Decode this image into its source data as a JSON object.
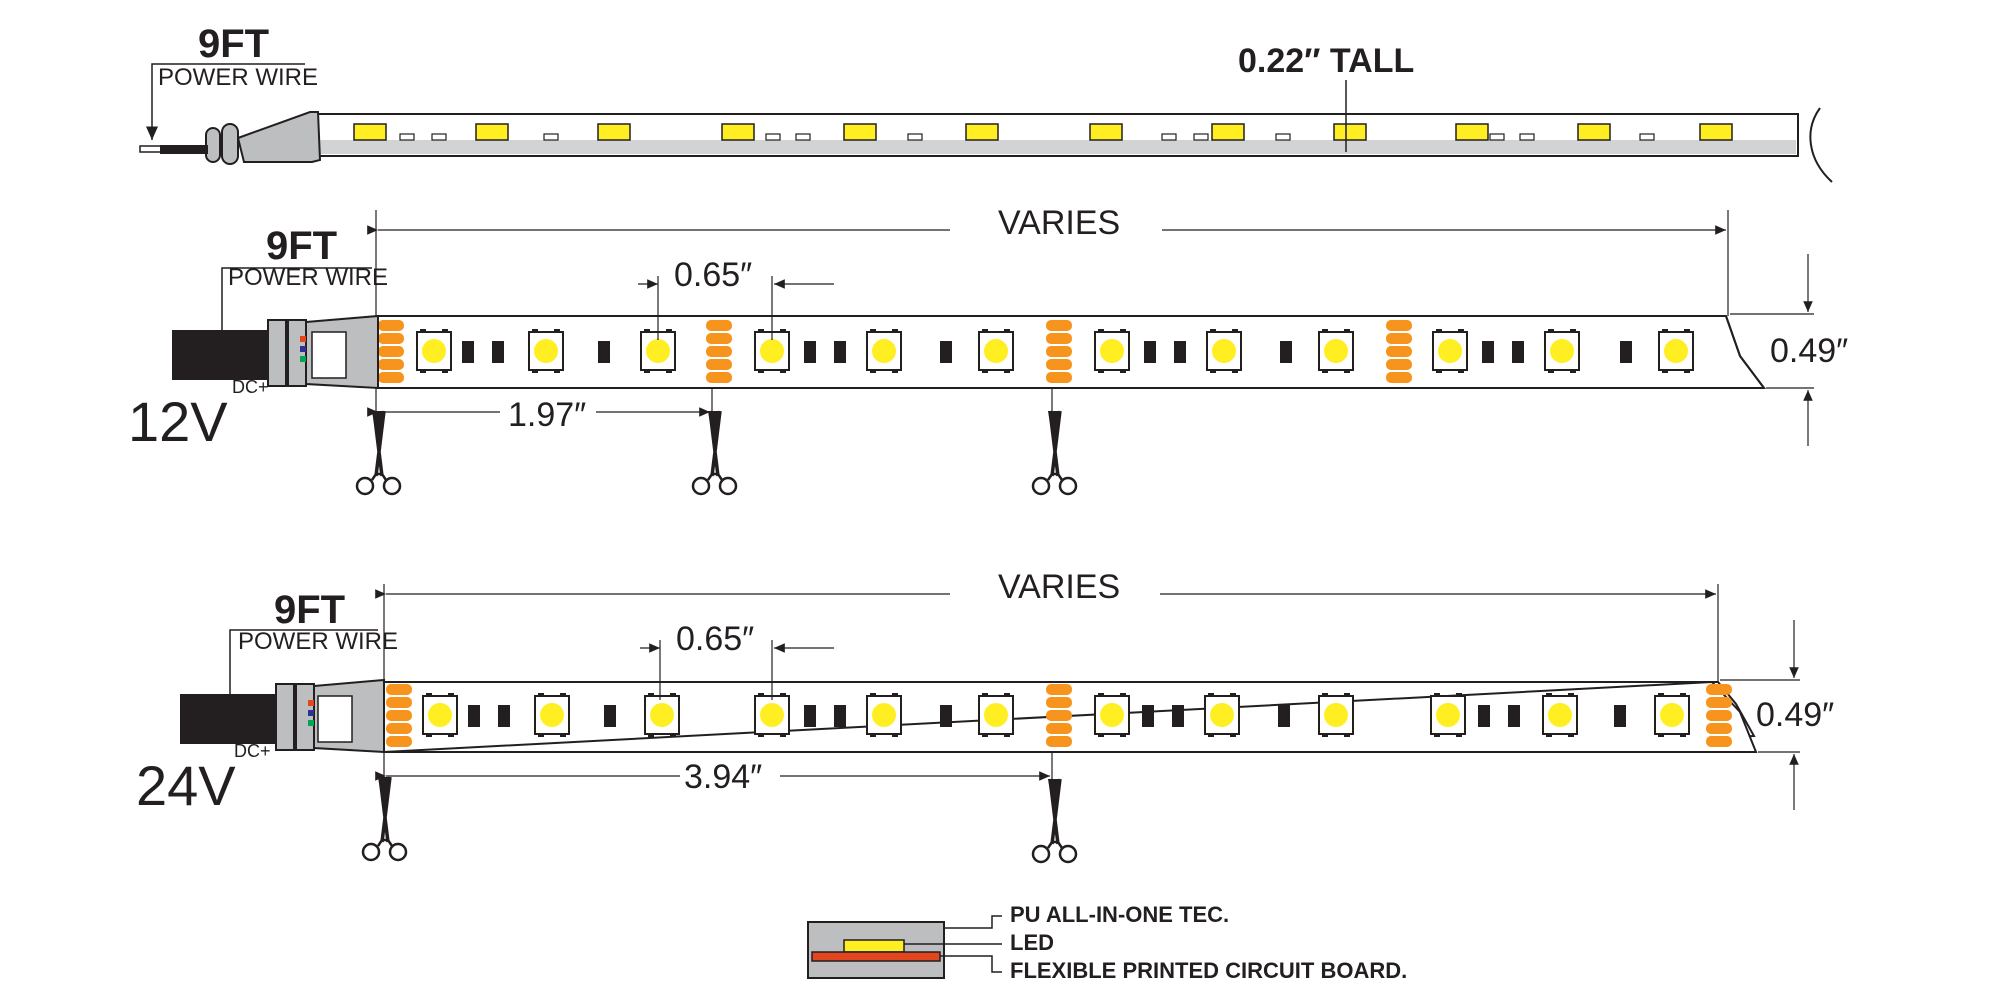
{
  "colors": {
    "led_yellow": "#ffee22",
    "copper_pad": "#f7941d",
    "pcb_red": "#e2461f",
    "pu_gray": "#bcbec0",
    "ink": "#231f20"
  },
  "side_view": {
    "wire_length": "9FT",
    "wire_label": "POWER WIRE",
    "height_label": "0.22″ TALL"
  },
  "strips": [
    {
      "voltage": "12V",
      "wire_length": "9FT",
      "wire_label": "POWER WIRE",
      "polarity": "DC+",
      "length_label": "VARIES",
      "pitch_label": "0.65″",
      "width_label": "0.49″",
      "cut_interval_label": "1.97″"
    },
    {
      "voltage": "24V",
      "wire_length": "9FT",
      "wire_label": "POWER WIRE",
      "polarity": "DC+",
      "length_label": "VARIES",
      "pitch_label": "0.65″",
      "width_label": "0.49″",
      "cut_interval_label": "3.94″"
    }
  ],
  "legend": {
    "items": [
      "PU ALL-IN-ONE TEC.",
      "LED",
      "FLEXIBLE PRINTED CIRCUIT BOARD."
    ]
  },
  "icons": {
    "cut_mark": "scissors-icon"
  }
}
